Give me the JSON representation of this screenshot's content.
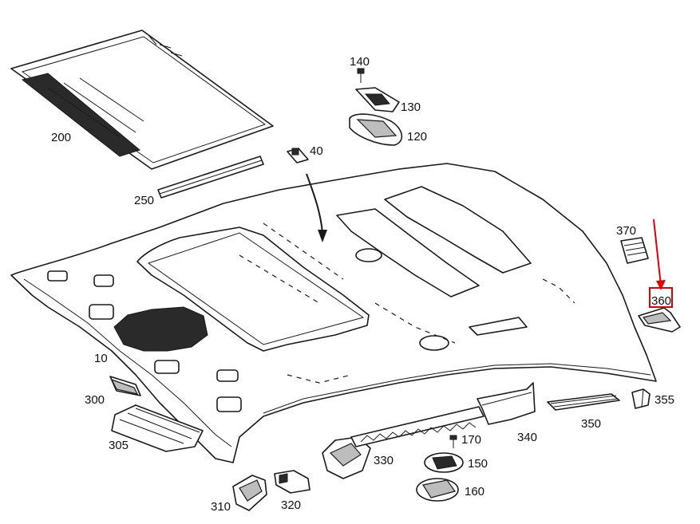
{
  "colors": {
    "background": "#ffffff",
    "line": "#1a1a1a",
    "highlight": "#e00000"
  },
  "highlighted_part": "360",
  "part_labels": {
    "p10": "10",
    "p40": "40",
    "p120": "120",
    "p130": "130",
    "p140": "140",
    "p150": "150",
    "p160": "160",
    "p170": "170",
    "p200": "200",
    "p250": "250",
    "p300": "300",
    "p305": "305",
    "p310": "310",
    "p320": "320",
    "p330": "330",
    "p340": "340",
    "p350": "350",
    "p355": "355",
    "p360": "360",
    "p370": "370"
  }
}
